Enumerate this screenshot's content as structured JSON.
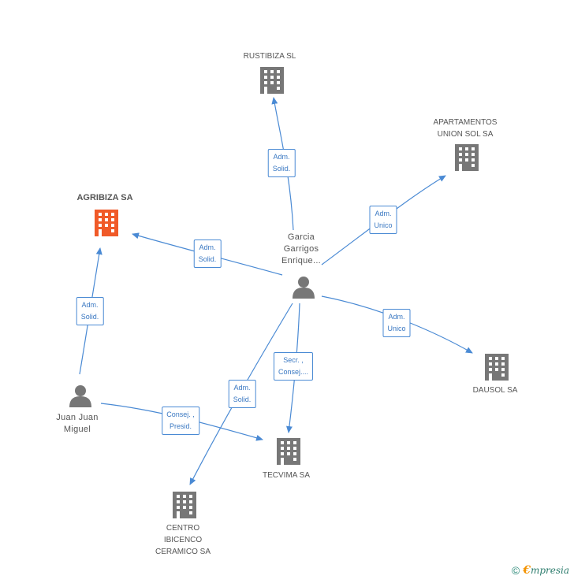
{
  "nodes": {
    "agribiza": {
      "label": "AGRIBIZA SA",
      "color": "#f05a28"
    },
    "rustibiza": {
      "label": "RUSTIBIZA SL",
      "color": "#777777"
    },
    "apartamentos": {
      "label": "APARTAMENTOS\nUNION SOL SA",
      "color": "#777777"
    },
    "dausol": {
      "label": "DAUSOL SA",
      "color": "#777777"
    },
    "tecvima": {
      "label": "TECVIMA SA",
      "color": "#777777"
    },
    "centro": {
      "label": "CENTRO\nIBICENCO\nCERAMICO SA",
      "color": "#777777"
    },
    "garcia": {
      "label": "Garcia\nGarrigos\nEnrique...",
      "color": "#777777"
    },
    "juan": {
      "label": "Juan Juan\nMiguel",
      "color": "#777777"
    }
  },
  "edges": {
    "garcia_rustibiza": "Adm.\nSolid.",
    "garcia_apartamentos": "Adm.\nUnico",
    "garcia_agribiza": "Adm.\nSolid.",
    "garcia_dausol": "Adm.\nUnico",
    "garcia_tecvima": "Secr. ,\nConsej....",
    "garcia_centro": "Adm.\nSolid.",
    "juan_agribiza": "Adm.\nSolid.",
    "juan_tecvima": "Consej. ,\nPresid."
  },
  "colors": {
    "edge": "#4a8ad4",
    "building": "#777777",
    "highlight": "#f05a28",
    "person": "#777777"
  },
  "footer": {
    "copyright": "©",
    "brand_e": "€",
    "brand_rest": "mpresia"
  }
}
